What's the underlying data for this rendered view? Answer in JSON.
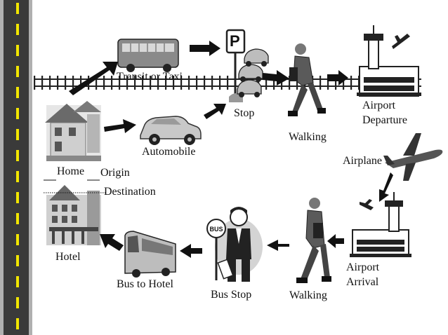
{
  "labels": {
    "transit": "Transit or Taxi",
    "automobile": "Automobile",
    "stop": "Stop",
    "walking_top": "Walking",
    "airport_departure_1": "Airport",
    "airport_departure_2": "Departure",
    "airplane": "Airplane",
    "home": "Home",
    "origin": "Origin",
    "destination": "Destination",
    "hotel": "Hotel",
    "bus_to_hotel": "Bus to Hotel",
    "bus_stop": "Bus Stop",
    "walking_bottom": "Walking",
    "airport_arrival_1": "Airport",
    "airport_arrival_2": "Arrival",
    "bus_sign": "BUS",
    "parking_sign": "P"
  },
  "colors": {
    "road": "#3a3a3a",
    "road_shoulder": "#b0b0b0",
    "road_stripe": "#f2e600",
    "arrow": "#111111"
  }
}
